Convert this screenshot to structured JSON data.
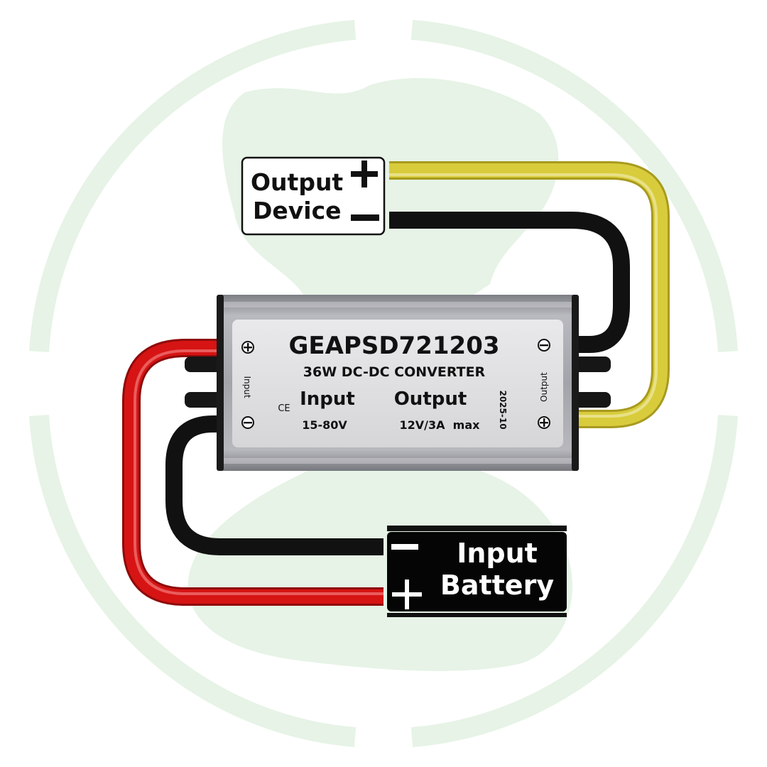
{
  "colors": {
    "background": "#ffffff",
    "watermark": "#e6f3e6",
    "wire_positive_output": "#d8cc3c",
    "wire_negative": "#111111",
    "wire_positive_input": "#d61414",
    "housing": "#9c9da3",
    "label_plate": "#e0e0e2"
  },
  "output_device": {
    "line1": "Output",
    "line2": "Device",
    "plus": "+",
    "minus": "−"
  },
  "input_battery": {
    "line1": "Input",
    "line2": "Battery",
    "plus": "+",
    "minus": "−"
  },
  "converter": {
    "model": "GEAPSD721203",
    "subtitle": "36W DC-DC CONVERTER",
    "input_heading": "Input",
    "input_value": "15-80V",
    "output_heading": "Output",
    "output_value": "12V/3A  max",
    "ce_mark": "CE",
    "date_code": "2025-10",
    "left_side_label": "Input",
    "right_side_label": "Output"
  }
}
